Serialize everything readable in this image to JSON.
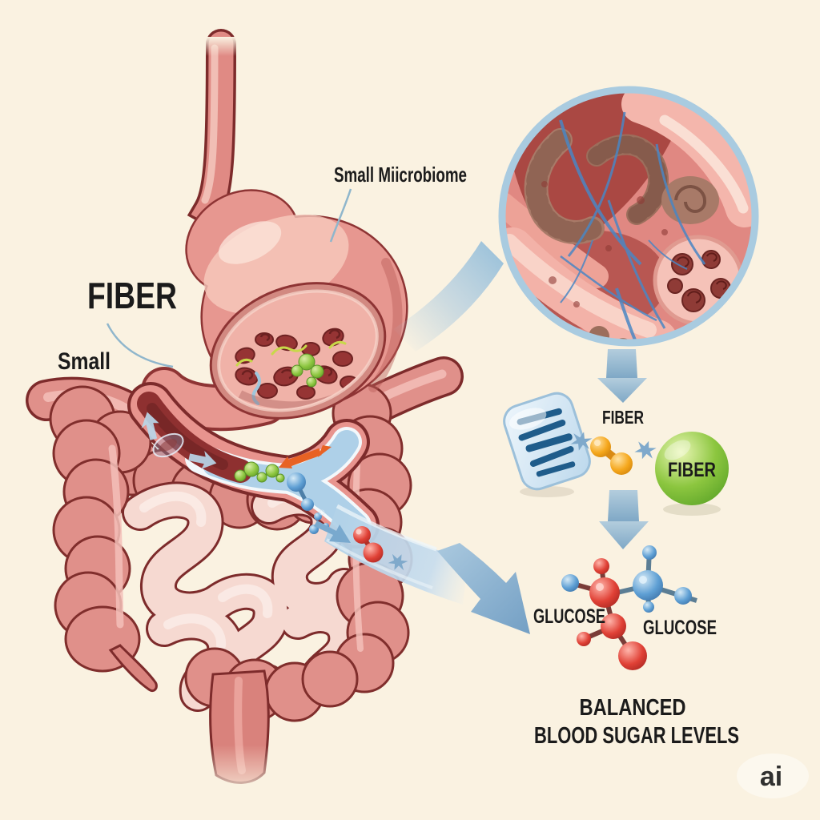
{
  "illustration": {
    "type": "medical-infographic-fiber-digestion",
    "background_color": "#FAF2E1",
    "labels": {
      "fiber_main": "FIBER",
      "small": "Small",
      "small_microbiome": "Small Miicrobiome",
      "fiber_step": "FIBER",
      "fiber_sphere": "FIBER",
      "glucose_left": "GLUCOSE",
      "glucose_right": "GLUCOSE",
      "outcome_line1": "BALANCED",
      "outcome_line2": "BLOOD SUGAR LEVELS",
      "watermark": "ai"
    },
    "colors": {
      "organ_pink": "#E79790",
      "organ_outline": "#7D2B2B",
      "small_intestine_pale": "#F6D9D1",
      "stomach_interior": "#F0B2A8",
      "channel_blue": "#AED0E8",
      "arrow_blue": "#84AECB",
      "arrow_orange": "#E86224",
      "molecule_green": "#7CBE35",
      "molecule_orange": "#F49D0C",
      "molecule_red": "#D93A30",
      "molecule_blue": "#5E9FD4",
      "fiber_sphere_green": "#8CC63F",
      "inset_border_blue": "#A9CBE0",
      "text": "#1B1B1B"
    },
    "icons": [
      "microbiome-inset-circle",
      "fiber-supplement-icon",
      "orange-molecule-icon",
      "fiber-sphere-icon",
      "glucose-molecule-red-icon",
      "glucose-molecule-blue-icon",
      "down-arrow-icon",
      "curved-swoosh-arrow-icon",
      "double-headed-arrow-icon",
      "star-arrow-icon"
    ]
  }
}
